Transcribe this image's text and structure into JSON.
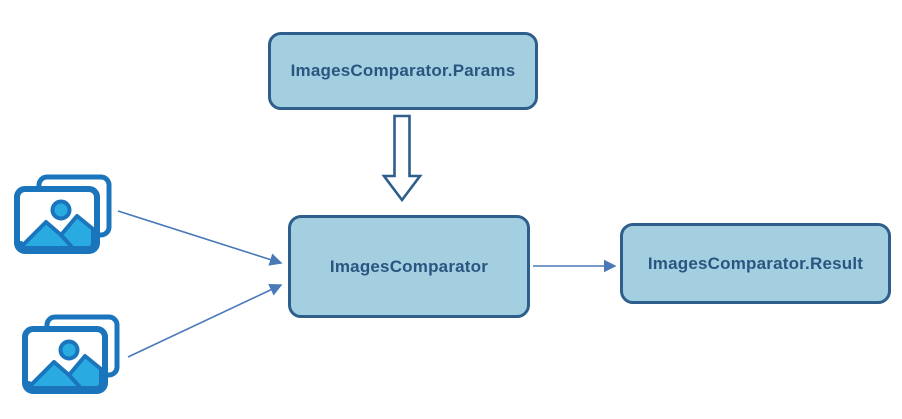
{
  "diagram": {
    "nodes": {
      "params": {
        "label": "ImagesComparator.Params"
      },
      "comparator": {
        "label": "ImagesComparator"
      },
      "result": {
        "label": "ImagesComparator.Result"
      }
    },
    "icons": [
      "image-stack-icon",
      "image-stack-icon"
    ],
    "edges": [
      {
        "from": "image-stack-1",
        "to": "comparator",
        "style": "thin-arrow"
      },
      {
        "from": "image-stack-2",
        "to": "comparator",
        "style": "thin-arrow"
      },
      {
        "from": "params",
        "to": "comparator",
        "style": "block-arrow"
      },
      {
        "from": "comparator",
        "to": "result",
        "style": "thin-arrow"
      }
    ],
    "colors": {
      "node_fill": "#A4CFE0",
      "node_border": "#2E5F8C",
      "node_text": "#2B5580",
      "connector": "#4A79B8",
      "block_arrow_fill": "#FFFFFF",
      "block_arrow_border": "#2E5F8C",
      "icon_outline": "#1B75BC",
      "icon_accent": "#29ABE2",
      "background": "#FFFFFF"
    }
  }
}
